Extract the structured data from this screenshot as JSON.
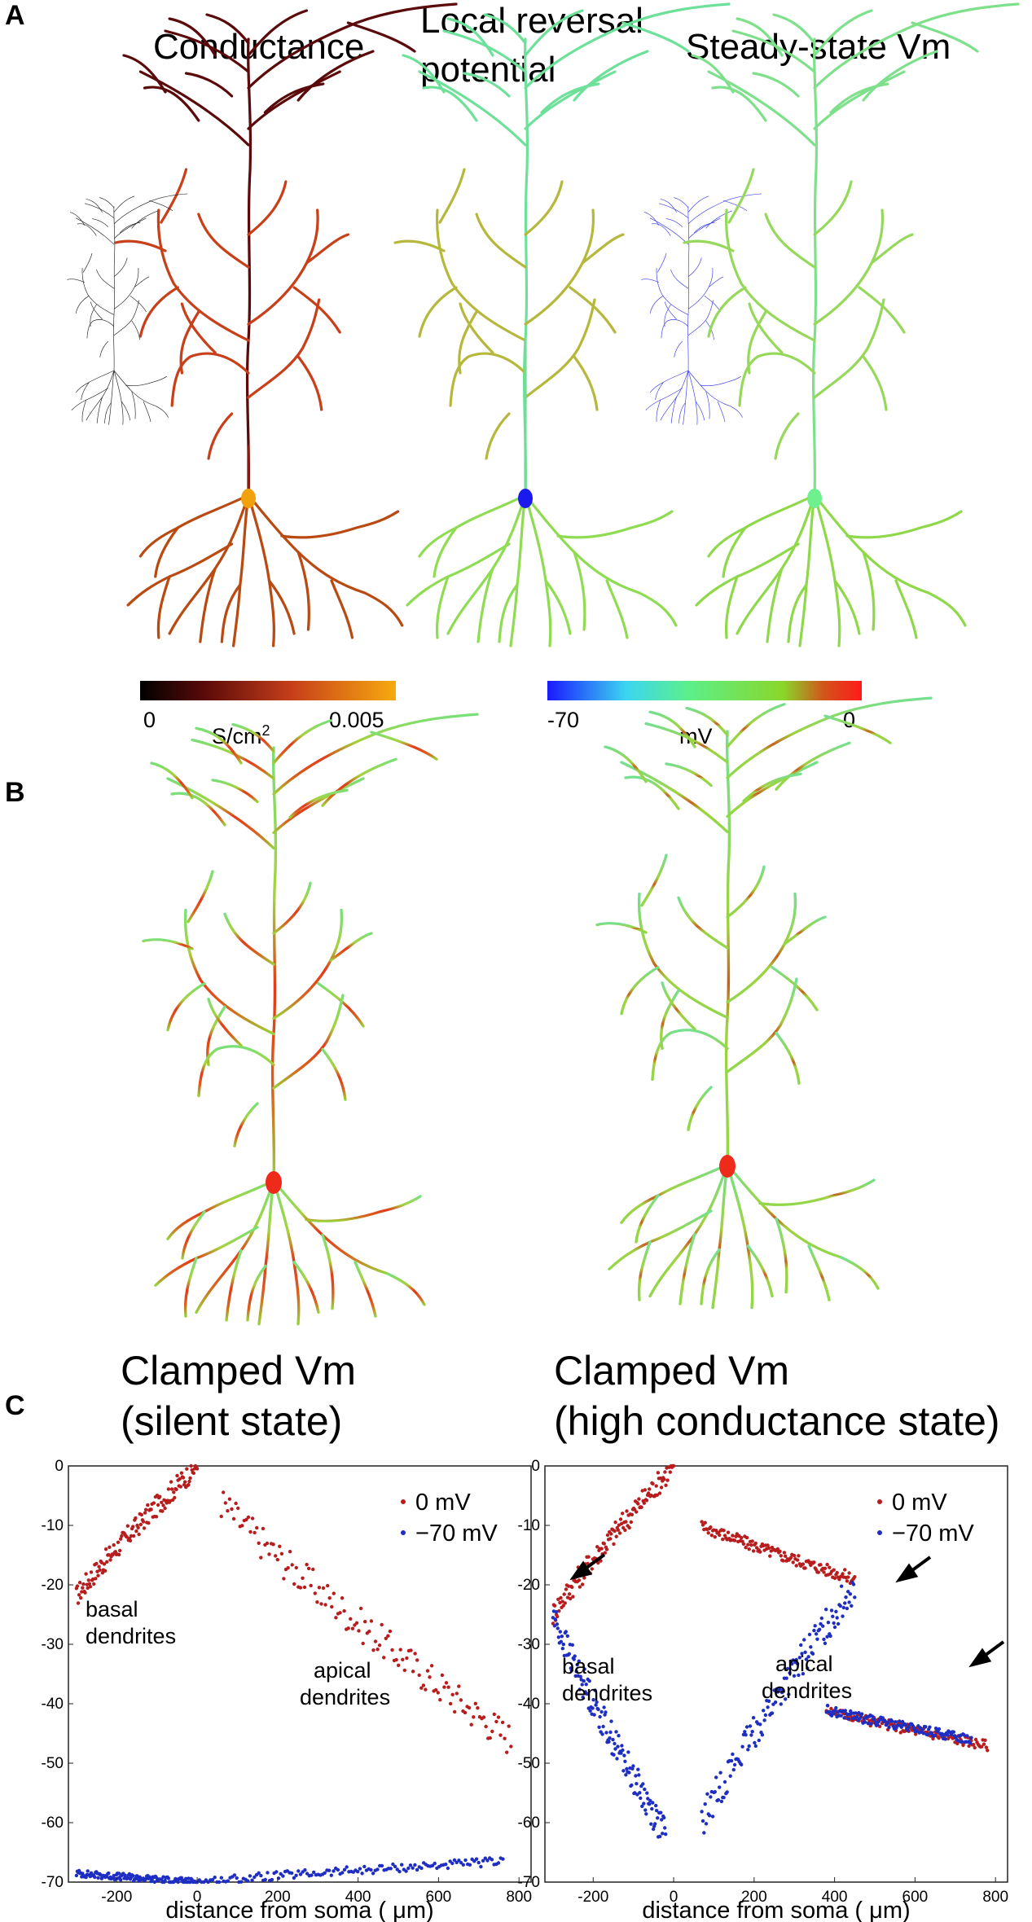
{
  "panels": {
    "A": {
      "label": "A",
      "titles": [
        "Conductance",
        "Local reversal",
        "potential",
        "Steady-state Vm"
      ],
      "colorbar_conductance": {
        "min_label": "0",
        "max_label": "0.005",
        "unit": "S/cm",
        "unit_sup": "2"
      },
      "colorbar_potential": {
        "min_label": "-70",
        "max_label": "0",
        "unit": "mV"
      }
    },
    "B": {
      "label": "B"
    },
    "C": {
      "label": "C",
      "left_title": [
        "Clamped Vm",
        "(silent state)"
      ],
      "right_title": [
        "Clamped Vm",
        "(high conductance state)"
      ],
      "left_annotations": {
        "basal": [
          "basal",
          "dendrites"
        ],
        "apical": [
          "apical",
          "dendrites"
        ]
      },
      "right_annotations": {
        "basal": [
          "basal",
          "dendrites"
        ],
        "apical": [
          "apical",
          "dendrites"
        ]
      }
    }
  },
  "colors": {
    "red_series": "#b81d1d",
    "blue_series": "#1f2ec2",
    "conductance_dark": "#5a0a0a",
    "conductance_mid": "#c8401a",
    "conductance_soma": "#f2a10e",
    "lrp_apical": "#6de09a",
    "lrp_oblique": "#b5b83a",
    "lrp_basal": "#8fdc52",
    "green_dendrite": "#8fd84a"
  },
  "chart_data": [
    {
      "type": "scatter",
      "title": "Clamped Vm (silent state)",
      "xlabel": "distance from soma ( μm)",
      "ylabel": "",
      "xlim": [
        -320,
        830
      ],
      "ylim": [
        -70,
        0
      ],
      "xticks": [
        -200,
        0,
        200,
        400,
        600,
        800
      ],
      "yticks": [
        0,
        -10,
        -20,
        -30,
        -40,
        -50,
        -60,
        -70
      ],
      "legend_position": "top-right",
      "series": [
        {
          "name": "0 mV",
          "color": "#b81d1d",
          "segments": [
            {
              "label": "basal dendrites",
              "x_range": [
                -300,
                0
              ],
              "start": -22,
              "end": 0
            },
            {
              "label": "apical dendrites",
              "x_range": [
                60,
                780
              ],
              "start": -6,
              "end": -46
            }
          ]
        },
        {
          "name": "−70 mV",
          "color": "#1f2ec2",
          "segments": [
            {
              "x_range": [
                -300,
                0
              ],
              "start": -68.5,
              "end": -70
            },
            {
              "x_range": [
                0,
                760
              ],
              "start": -70,
              "end": -66.5
            }
          ]
        }
      ]
    },
    {
      "type": "scatter",
      "title": "Clamped Vm (high conductance state)",
      "xlabel": "distance from soma ( μm)",
      "ylabel": "",
      "xlim": [
        -320,
        830
      ],
      "ylim": [
        -70,
        0
      ],
      "xticks": [
        -200,
        0,
        200,
        400,
        600,
        800
      ],
      "yticks": [
        0,
        -10,
        -20,
        -30,
        -40,
        -50,
        -60,
        -70
      ],
      "legend_position": "top-right",
      "series": [
        {
          "name": "0 mV",
          "color": "#b81d1d",
          "segments": [
            {
              "label": "basal dendrites",
              "x_range": [
                -300,
                0
              ],
              "start": -25,
              "end": 0
            },
            {
              "label": "apical dendrites",
              "x_range": [
                70,
                450
              ],
              "start": -10,
              "end": -19
            },
            {
              "label": "apical dendrites",
              "x_range": [
                380,
                780
              ],
              "start": -41,
              "end": -47
            }
          ]
        },
        {
          "name": "−70 mV",
          "color": "#1f2ec2",
          "segments": [
            {
              "x_range": [
                -300,
                -20
              ],
              "start": -25,
              "end": -62
            },
            {
              "x_range": [
                70,
                450
              ],
              "start": -60,
              "end": -20
            },
            {
              "x_range": [
                380,
                740
              ],
              "start": -41,
              "end": -46
            }
          ]
        }
      ]
    }
  ]
}
